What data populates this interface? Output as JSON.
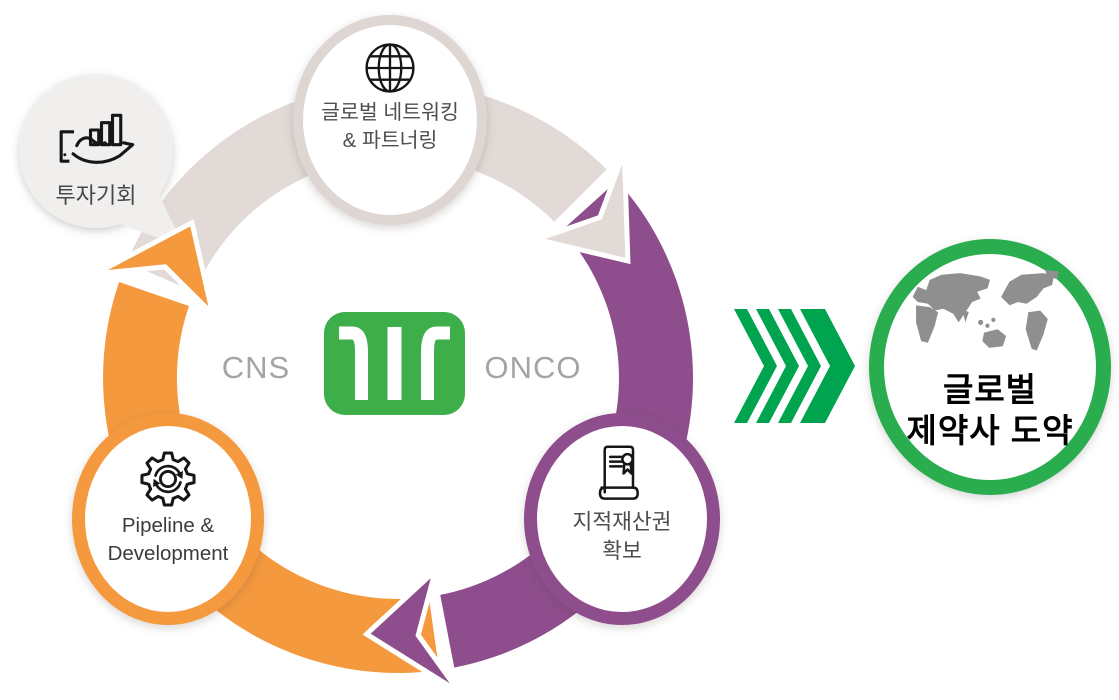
{
  "diagram": {
    "center": {
      "cns": "CNS",
      "onco": "ONCO",
      "logo_icon": "brand-logo",
      "logo_color": "#3DAE49"
    },
    "cycle_steps": [
      {
        "id": "global-networking",
        "lines": [
          "글로벌 네트워킹",
          "& 파트너링"
        ],
        "icon": "globe-icon",
        "arrow_color": "#E1DAD6",
        "ring_color": "#DDD6D2"
      },
      {
        "id": "ip-rights",
        "lines": [
          "지적재산권",
          "확보"
        ],
        "icon": "certificate-icon",
        "arrow_color": "#8E4D8C",
        "ring_color": "#8E4D8C"
      },
      {
        "id": "pipeline-development",
        "lines": [
          "Pipeline &",
          "Development"
        ],
        "icon": "gear-cycle-icon",
        "arrow_color": "#F5993F",
        "ring_color": "#F5993F"
      }
    ],
    "callout": {
      "label": "투자기회",
      "icon": "hand-chart-icon",
      "fill": "#F1EFED"
    },
    "transition": {
      "icon": "chevrons-right-icon",
      "color": "#00A44F",
      "count": 4
    },
    "outcome": {
      "lines": [
        "글로벌",
        "제약사 도약"
      ],
      "icon": "world-map-icon",
      "ring_color": "#29AD4F",
      "map_color": "#8F8F8F"
    }
  }
}
